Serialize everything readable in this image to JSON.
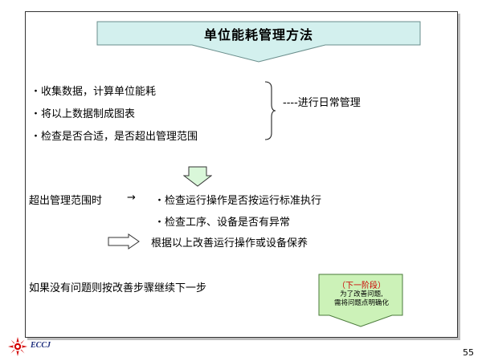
{
  "title": "单位能耗管理方法",
  "bullets": [
    "・收集数据，计算单位能耗",
    "・将以上数据制成图表",
    "・检查是否合适，是否超出管理范围"
  ],
  "daily_management": "----进行日常管理",
  "over_range": {
    "label": "超出管理范围时",
    "arrow": "→",
    "check_operation": "・检查运行操作是否按运行标准执行",
    "check_equipment": "・检查工序、设备是否有异常"
  },
  "improve": "根据以上改善运行操作或设备保养",
  "continue_text": "如果没有问题则按改善步骤继续下一步",
  "next_step": {
    "label": "（下一阶段）",
    "line1": "为了改善问题,",
    "line2": "需将问题点明确化"
  },
  "logo_text": "ECCJ",
  "page_number": "55",
  "colors": {
    "title_fill": "#d3f0ee",
    "arrow_fill": "#d9f7d9",
    "green_arrow_fill": "#ccf2b8",
    "label_red": "#cc0000",
    "logo_red": "#d40000"
  }
}
